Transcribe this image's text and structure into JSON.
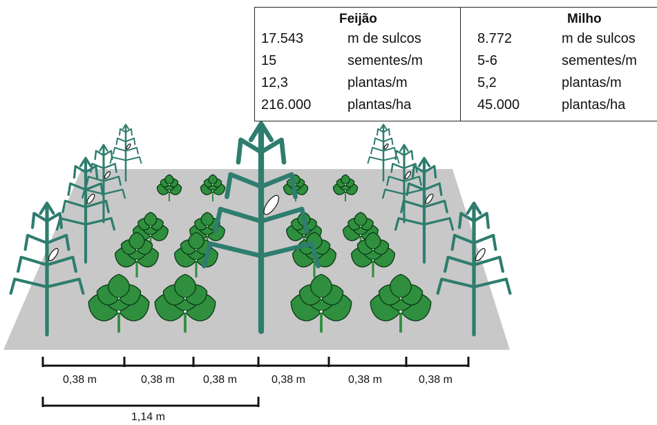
{
  "table": {
    "columns": [
      {
        "crop": "Feijão",
        "rows": [
          {
            "value": "17.543",
            "unit": "m de sulcos"
          },
          {
            "value": "15",
            "unit": "sementes/m"
          },
          {
            "value": "12,3",
            "unit": "plantas/m"
          },
          {
            "value": "216.000",
            "unit": "plantas/ha"
          }
        ]
      },
      {
        "crop": "Milho",
        "rows": [
          {
            "value": "8.772",
            "unit": "m de sulcos"
          },
          {
            "value": "5-6",
            "unit": "sementes/m"
          },
          {
            "value": "5,2",
            "unit": "plantas/m"
          },
          {
            "value": "45.000",
            "unit": "plantas/ha"
          }
        ]
      }
    ]
  },
  "spacing": {
    "segments": [
      "0,38 m",
      "0,38 m",
      "0,38 m",
      "0,38 m",
      "0,38 m",
      "0,38 m"
    ],
    "total": "1,14 m"
  },
  "colors": {
    "field": "#c8c8c8",
    "corn": "#2e7d6e",
    "bean": "#2f8f3e",
    "bean_edge": "#0d3d18",
    "line": "#111111"
  }
}
